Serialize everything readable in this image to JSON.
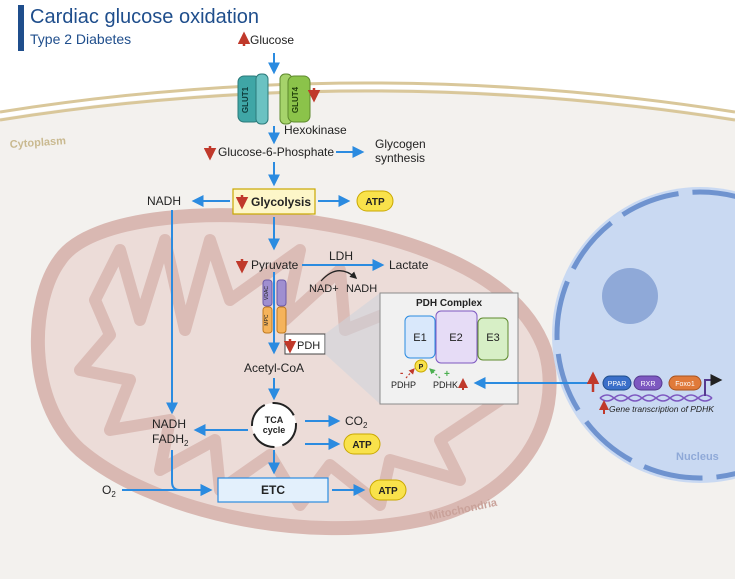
{
  "title": "Cardiac glucose oxidation",
  "subtitle": "Type 2 Diabetes",
  "colors": {
    "accent": "#1f4e8c",
    "arrow": "#2b8be0",
    "down_arrow": "#c0392b",
    "atp_fill": "#f9e24b",
    "membrane": "#d9c79a",
    "mito": "#d9b8b2",
    "nucleus": "#c9d9f2",
    "pdh_box": "#f1f1f1"
  },
  "compartments": {
    "cytoplasm": "Cytoplasm",
    "mitochondria": "Mitochondria",
    "nucleus": "Nucleus"
  },
  "transporters": {
    "glut1": "GLUT1",
    "glut4": "GLUT4"
  },
  "metabolites": {
    "glucose": "Glucose",
    "hexokinase": "Hexokinase",
    "g6p": "Glucose-6-Phosphate",
    "glycogen_line1": "Glycogen",
    "glycogen_line2": "synthesis",
    "nadh_top": "NADH",
    "glycolysis": "Glycolysis",
    "pyruvate": "Pyruvate",
    "ldh": "LDH",
    "lactate": "Lactate",
    "nad_plus": "NAD+",
    "nadh_ldh": "NADH",
    "vdac": "VDAC",
    "mpc": "MPC",
    "pdh": "PDH",
    "acetyl_coa": "Acetyl-CoA",
    "tca_line1": "TCA",
    "tca_line2": "cycle",
    "co2": "CO",
    "co2_sub": "2",
    "nadh_tca": "NADH",
    "fadh": "FADH",
    "fadh_sub": "2",
    "o2": "O",
    "o2_sub": "2",
    "etc": "ETC",
    "atp": "ATP"
  },
  "pdh_complex": {
    "title": "PDH Complex",
    "e1": "E1",
    "e2": "E2",
    "e3": "E3",
    "phospho": "P",
    "pdhp": "PDHP",
    "pdhk": "PDHK",
    "minus": "-",
    "plus": "+"
  },
  "nucleus_factors": {
    "ppar": "PPAR",
    "rxr": "RXR",
    "foxo1": "Foxo1",
    "gene_text": "Gene transcription of PDHK"
  }
}
